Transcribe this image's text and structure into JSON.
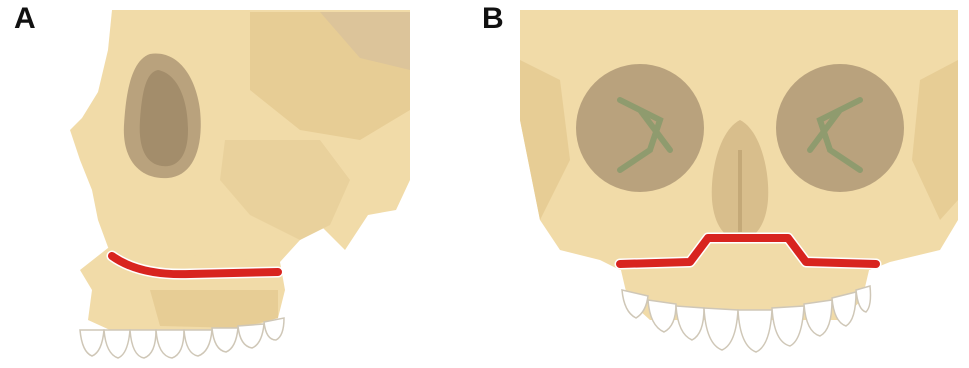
{
  "panels": [
    {
      "label": "A",
      "view": "lateral",
      "line": "osteotomy-line"
    },
    {
      "label": "B",
      "view": "frontal",
      "line": "osteotomy-line"
    }
  ],
  "colors": {
    "bone": "#f1dba8",
    "bone_mid": "#e7cd95",
    "bone_shadow": "#d8be8c",
    "orbit": "#b9a27d",
    "orbit_deep": "#9f8a68",
    "osteotomy": "#d8241f",
    "teeth": "#ffffff",
    "outline": "#cfc7b7"
  }
}
